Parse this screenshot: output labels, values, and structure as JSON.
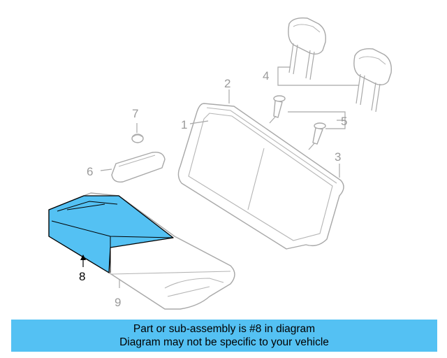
{
  "colors": {
    "highlight": "#54c1f3",
    "banner_background": "#54c1f3",
    "line": "#a8a8a8",
    "callout_text": "#9a9a9a"
  },
  "callouts": {
    "c1": "1",
    "c2": "2",
    "c3": "3",
    "c4": "4",
    "c5": "5",
    "c6": "6",
    "c7": "7",
    "c8": "8",
    "c9": "9"
  },
  "banner": {
    "line1": "Part or sub-assembly is #8 in diagram",
    "line2": "Diagram may not be specific to your vehicle"
  }
}
